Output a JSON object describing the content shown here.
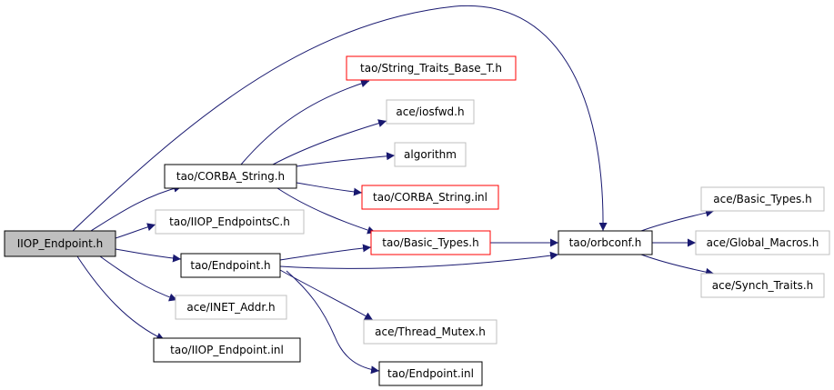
{
  "colors": {
    "edge": "#191970",
    "root_fill": "#bfbfbf",
    "border_documented": "#000000",
    "border_incomplete": "#ff0000",
    "border_external": "#bfbfbf"
  },
  "nodes": [
    {
      "id": "iiop_endpoint_h",
      "label": "IIOP_Endpoint.h",
      "kind": "root"
    },
    {
      "id": "corba_string_h",
      "label": "tao/CORBA_String.h",
      "kind": "documented"
    },
    {
      "id": "iiop_endpointsc_h",
      "label": "tao/IIOP_EndpointsC.h",
      "kind": "external"
    },
    {
      "id": "endpoint_h",
      "label": "tao/Endpoint.h",
      "kind": "documented"
    },
    {
      "id": "inet_addr_h",
      "label": "ace/INET_Addr.h",
      "kind": "external"
    },
    {
      "id": "iiop_endpoint_inl",
      "label": "tao/IIOP_Endpoint.inl",
      "kind": "documented"
    },
    {
      "id": "string_traits_h",
      "label": "tao/String_Traits_Base_T.h",
      "kind": "incomplete"
    },
    {
      "id": "iosfwd_h",
      "label": "ace/iosfwd.h",
      "kind": "external"
    },
    {
      "id": "algorithm",
      "label": "algorithm",
      "kind": "external"
    },
    {
      "id": "corba_string_inl",
      "label": "tao/CORBA_String.inl",
      "kind": "incomplete"
    },
    {
      "id": "basic_types_tao",
      "label": "tao/Basic_Types.h",
      "kind": "incomplete"
    },
    {
      "id": "thread_mutex_h",
      "label": "ace/Thread_Mutex.h",
      "kind": "external"
    },
    {
      "id": "endpoint_inl",
      "label": "tao/Endpoint.inl",
      "kind": "documented"
    },
    {
      "id": "orbconf_h",
      "label": "tao/orbconf.h",
      "kind": "documented"
    },
    {
      "id": "basic_types_ace",
      "label": "ace/Basic_Types.h",
      "kind": "external"
    },
    {
      "id": "global_macros_h",
      "label": "ace/Global_Macros.h",
      "kind": "external"
    },
    {
      "id": "synch_traits_h",
      "label": "ace/Synch_Traits.h",
      "kind": "external"
    }
  ],
  "edges": [
    {
      "from": "iiop_endpoint_h",
      "to": "corba_string_h"
    },
    {
      "from": "iiop_endpoint_h",
      "to": "iiop_endpointsc_h"
    },
    {
      "from": "iiop_endpoint_h",
      "to": "endpoint_h"
    },
    {
      "from": "iiop_endpoint_h",
      "to": "inet_addr_h"
    },
    {
      "from": "iiop_endpoint_h",
      "to": "iiop_endpoint_inl"
    },
    {
      "from": "iiop_endpoint_h",
      "to": "orbconf_h"
    },
    {
      "from": "corba_string_h",
      "to": "string_traits_h"
    },
    {
      "from": "corba_string_h",
      "to": "iosfwd_h"
    },
    {
      "from": "corba_string_h",
      "to": "algorithm"
    },
    {
      "from": "corba_string_h",
      "to": "corba_string_inl"
    },
    {
      "from": "corba_string_h",
      "to": "basic_types_tao"
    },
    {
      "from": "endpoint_h",
      "to": "basic_types_tao"
    },
    {
      "from": "endpoint_h",
      "to": "orbconf_h"
    },
    {
      "from": "endpoint_h",
      "to": "thread_mutex_h"
    },
    {
      "from": "endpoint_h",
      "to": "endpoint_inl"
    },
    {
      "from": "basic_types_tao",
      "to": "orbconf_h"
    },
    {
      "from": "orbconf_h",
      "to": "basic_types_ace"
    },
    {
      "from": "orbconf_h",
      "to": "global_macros_h"
    },
    {
      "from": "orbconf_h",
      "to": "synch_traits_h"
    }
  ]
}
